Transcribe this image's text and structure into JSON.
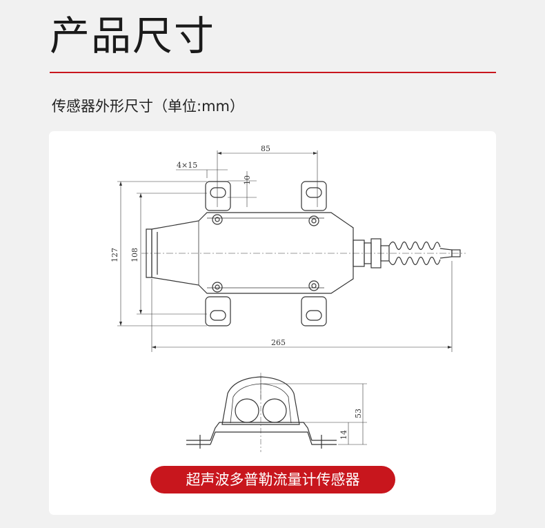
{
  "header": {
    "title": "产品尺寸",
    "subtitle": "传感器外形尺寸（单位:mm）"
  },
  "drawing": {
    "top_view_dims": {
      "hole_spec": "4×15",
      "hole_spacing": "85",
      "slot_width": "10",
      "total_height": "127",
      "inner_height": "108",
      "total_length": "265"
    },
    "side_view_dims": {
      "height": "53",
      "base_height": "14"
    }
  },
  "caption": "超声波多普勒流量计传感器",
  "colors": {
    "accent": "#c8161d",
    "background": "#f1f1f1",
    "card": "#ffffff"
  }
}
